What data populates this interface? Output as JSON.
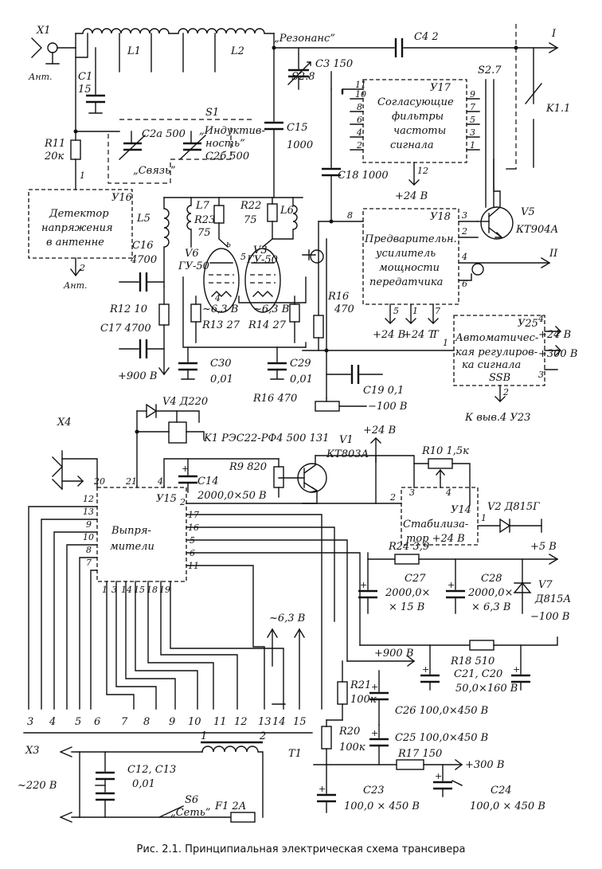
{
  "caption": "Рис. 2.1. Принципиальная электрическая схема трансивера",
  "blocks": {
    "u16": {
      "ref": "У16",
      "lines": [
        "Детектор",
        "напряжения",
        "в антенне"
      ],
      "pins": [
        "1",
        "2"
      ]
    },
    "u17": {
      "ref": "У17",
      "lines": [
        "Согласующие",
        "фильтры",
        "частоты",
        "сигнала"
      ],
      "pins_left": [
        "11",
        "10",
        "8",
        "6",
        "4",
        "2"
      ],
      "pins_right": [
        "9",
        "7",
        "5",
        "3",
        "1"
      ],
      "pin_bottom": "12"
    },
    "u18": {
      "ref": "У18",
      "lines": [
        "Предварительн.",
        "усилитель",
        "мощности",
        "передатчика"
      ],
      "pins": [
        "8",
        "3",
        "2",
        "4",
        "6",
        "5",
        "1",
        "7"
      ]
    },
    "u25": {
      "ref": "У25",
      "lines": [
        "Автоматичес-",
        "кая регулиров-",
        "ка сигнала",
        "SSB"
      ],
      "pins": [
        "4",
        "1",
        "3",
        "2"
      ]
    },
    "u15": {
      "ref": "У15",
      "lines": [
        "Выпря-",
        "мители"
      ],
      "pins_top": [
        "20",
        "21",
        "4",
        "2"
      ],
      "pins_left": [
        "12",
        "13",
        "9",
        "10",
        "8",
        "7"
      ],
      "pins_right": [
        "17",
        "16",
        "5",
        "6",
        "11"
      ],
      "pins_bottom": [
        "1",
        "3",
        "14",
        "15",
        "18",
        "19"
      ]
    },
    "u14": {
      "ref": "У14",
      "lines": [
        "Стабилиза-",
        "тор +24 В"
      ],
      "pins": [
        "2",
        "3",
        "4",
        "1"
      ]
    }
  },
  "labels": {
    "x1": "X1",
    "ant": "Ант.",
    "ant2": "Ант.",
    "l1": "L1",
    "l2": "L2",
    "rezonans": "„Резонанс”",
    "c4": "C4  2",
    "out1": "I",
    "c3": "C3  150",
    "s28": "S2.8",
    "s27": "S2.7",
    "k11": "K1.1",
    "c1": "C1",
    "c1v": "15",
    "s1": "S1",
    "c2a": "C2а  500",
    "svyaz": "„Связь”",
    "c2b": "C2б  500",
    "induct1": "„Индуктив-",
    "induct2": "ность”",
    "c15": "C15",
    "c15v": "1000",
    "r11": "R11",
    "r11v": "20к",
    "c18": "C18  1000",
    "p24a": "+24 В",
    "l5": "L5",
    "l7": "L7",
    "r23": "R23",
    "r23v": "75",
    "r22": "R22",
    "r22v": "75",
    "l6": "L6",
    "v6": "V6",
    "v6t": "ГУ-50",
    "v3": "V3",
    "v3t": "ГУ-50",
    "c16": "C16",
    "c16v": "4700",
    "r12": "R12  10",
    "c17": "C17  4700",
    "p900a": "+900 В",
    "f63a": "~6,3 В",
    "f63b": "~6,3 В",
    "r13": "R13 27",
    "r14": "R14 27",
    "c30": "C30",
    "c30v": "0,01",
    "c29": "C29",
    "c29v": "0,01",
    "r16a": "R16",
    "r16av": "470",
    "r16b": "R16  470",
    "c19": "C19  0,1",
    "m100a": "−100 В",
    "v5": "V5",
    "v5t": "КТ904А",
    "out2": "II",
    "p24b": "+24 В",
    "p24t": "+24 Т",
    "t": "Т",
    "p24c": "+24 В",
    "p300a": "+300 В",
    "kvyv": "К выв.4  У23",
    "v4": "V4  Д220",
    "k1": "K1  РЭС22-РФ4 500 131",
    "x4": "X4",
    "p24d": "+24 В",
    "v1": "V1",
    "v1t": "КТ803А",
    "r9": "R9  820",
    "c14": "C14",
    "c14v": "2000,0×50 В",
    "r10": "R10  1,5к",
    "v2": "V2  Д815Г",
    "r24": "R24  3,9",
    "p5": "+5 В",
    "c27": "C27",
    "c27v": "2000,0×",
    "c27v2": "× 15 В",
    "c28": "C28",
    "c28v": "2000,0×",
    "c28v2": "× 6,3 В",
    "v7": "V7",
    "v7t": "Д815А",
    "m100b": "−100 В",
    "f63c": "~6,3 В",
    "p900b": "+900 В",
    "r18": "R18  510",
    "c21": "C21, C20",
    "c21v": "50,0×160 В",
    "r21": "R21",
    "r21v": "100к",
    "c26": "C26  100,0×450 В",
    "r20": "R20",
    "r20v": "100к",
    "c25": "C25  100,0×450 В",
    "r17": "R17  150",
    "p300b": "+300 В",
    "c23": "C23",
    "c23v": "100,0 × 450 В",
    "c24": "C24",
    "c24v": "100,0 × 450 В",
    "x3": "X3",
    "mains": "~220 В",
    "c12": "C12, C13",
    "c12v": "0,01",
    "t1": "T1",
    "t1p1": "1",
    "t1p2": "2",
    "s6": "S6",
    "set": "„Сеть”",
    "f1": "F1  2A"
  },
  "terminals": [
    "3",
    "4",
    "5",
    "6",
    "7",
    "8",
    "9",
    "10",
    "11",
    "12",
    "13",
    "14",
    "15"
  ]
}
